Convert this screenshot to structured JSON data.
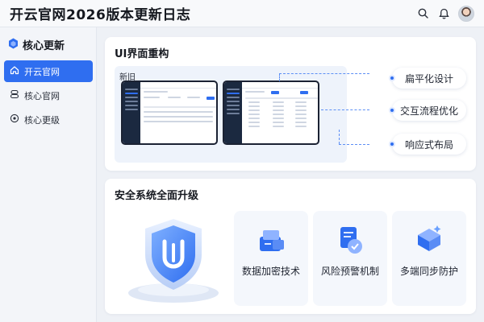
{
  "header": {
    "title": "开云官网2026版本更新日志",
    "icons": [
      "search-icon",
      "bell-icon",
      "avatar"
    ]
  },
  "sidebar": {
    "heading": "核心更新",
    "items": [
      {
        "label": "开云官网",
        "icon": "home-icon",
        "active": true
      },
      {
        "label": "核心官网",
        "icon": "users-icon",
        "active": false
      },
      {
        "label": "核心更级",
        "icon": "target-icon",
        "active": false
      }
    ]
  },
  "ui_panel": {
    "title": "UI界面重构",
    "compare_label": "新旧",
    "features": [
      "扁平化设计",
      "交互流程优化",
      "响应式布局"
    ]
  },
  "security_panel": {
    "title": "安全系统全面升级",
    "cards": [
      {
        "label": "数据加密技术",
        "icon": "encryption-icon"
      },
      {
        "label": "风险预警机制",
        "icon": "warning-icon"
      },
      {
        "label": "多端同步防护",
        "icon": "sync-protect-icon"
      }
    ]
  },
  "colors": {
    "accent": "#2f6ef0",
    "dark": "#1b2940",
    "background": "#eef1f6"
  }
}
